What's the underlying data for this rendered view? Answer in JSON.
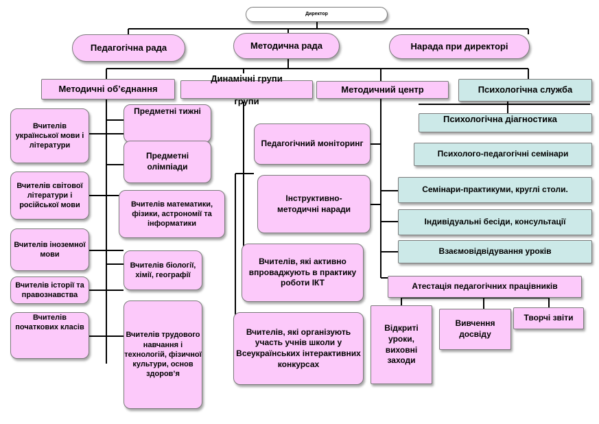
{
  "director": "Директор",
  "level1": {
    "ped_council": "Педагогічна рада",
    "method_council": "Методична рада",
    "meeting": "Нарада при директорі"
  },
  "level2": {
    "method_unions": "Методичні об’єднання",
    "dynamic_groups_line1": "Динамічні групи",
    "dynamic_groups_line2": "групи",
    "method_center": "Методичний центр",
    "psych_service": "Психологічна служба"
  },
  "unions_left": [
    "Вчителів української мови і літератури",
    "Вчителів світової літератури і російської мови",
    "Вчителів іноземної мови",
    "Вчителів історії та правознавства",
    "Вчителів початкових класів"
  ],
  "unions_right": [
    "Предметні тижні",
    "Предметні олімпіади",
    "Вчителів математики, фізики, астрономії та інформатики",
    "Вчителів біології, хімії, географії",
    "Вчителів трудового навчання і технологій, фізичної культури, основ здоров’я"
  ],
  "dynamic": [
    "Вчителів, які активно впроваджують в практику роботи ІКТ",
    "Вчителів, які організують участь учнів школи у Всеукраїнських інтерактивних конкурсах"
  ],
  "center": [
    "Педагогічний моніторинг",
    "Інструктивно-методичні наради"
  ],
  "psych": [
    "Психологічна діагностика",
    "Психолого-педагогічні семінари"
  ],
  "center_right": [
    "Семінари-практикуми, круглі столи.",
    "Індивідуальні бесіди, консультації",
    "Взаємовідвідування уроків"
  ],
  "attestation": {
    "title": "Атестація педагогічних працівників",
    "children": [
      "Відкриті уроки, виховні заходи",
      "Вивчення досвіду",
      "Творчі звіти"
    ]
  }
}
